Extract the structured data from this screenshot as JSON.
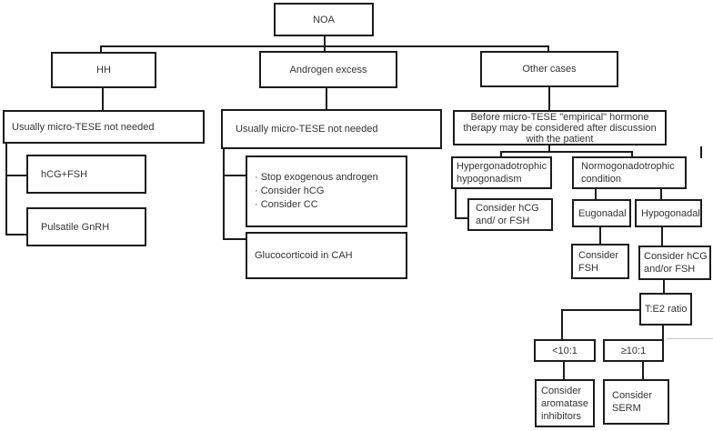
{
  "figure": {
    "title": "NOA hormone therapy decision flowchart",
    "colors": {
      "line": "#1b1b1b",
      "text": "#333333",
      "background": "#ffffff",
      "faint_artifact_line": "#c9c9c9"
    }
  },
  "nodes": {
    "noa": {
      "label": "NOA"
    },
    "hh": {
      "label": "HH"
    },
    "androgen_excess": {
      "label": "Androgen excess"
    },
    "other_cases": {
      "label": "Other cases"
    },
    "usually_left": {
      "label": "Usually micro-TESE not needed"
    },
    "usually_mid": {
      "label": "Usually micro-TESE not needed"
    },
    "hcg_fsh": {
      "label": "hCG+FSH"
    },
    "pulsatile_gnrh": {
      "label": "Pulsatile GnRH"
    },
    "stop_list": {
      "label": "· Stop exogenous androgen\n· Consider hCG\n· Consider CC"
    },
    "glucocorticoid": {
      "label": "Glucocorticoid in CAH"
    },
    "before_micro_tese": {
      "label": "Before micro-TESE \"empirical\" hormone\ntherapy may be considered after discussion\nwith the patient"
    },
    "hypergonadotrophic": {
      "label": "Hypergonadotrophic\nhypogonadism"
    },
    "normogonadotrophic": {
      "label": "Normogonadotrophic\ncondition"
    },
    "consider_hcg_or_fsh": {
      "label": "Consider hCG\nand/ or FSH"
    },
    "eugonadal": {
      "label": "Eugonadal"
    },
    "hypogonadal": {
      "label": "Hypogonadal"
    },
    "consider_fsh": {
      "label": "Consider\nFSH"
    },
    "consider_hcg_andor_fsh": {
      "label": "Consider hCG\nand/or FSH"
    },
    "te2_ratio": {
      "label": "T:E2 ratio"
    },
    "lt_ratio": {
      "label": "<10:1"
    },
    "ge_ratio": {
      "label": "≥10:1"
    },
    "aromatase": {
      "label": "Consider\naromatase\ninhibitors"
    },
    "serm": {
      "label": "Consider\nSERM"
    }
  }
}
